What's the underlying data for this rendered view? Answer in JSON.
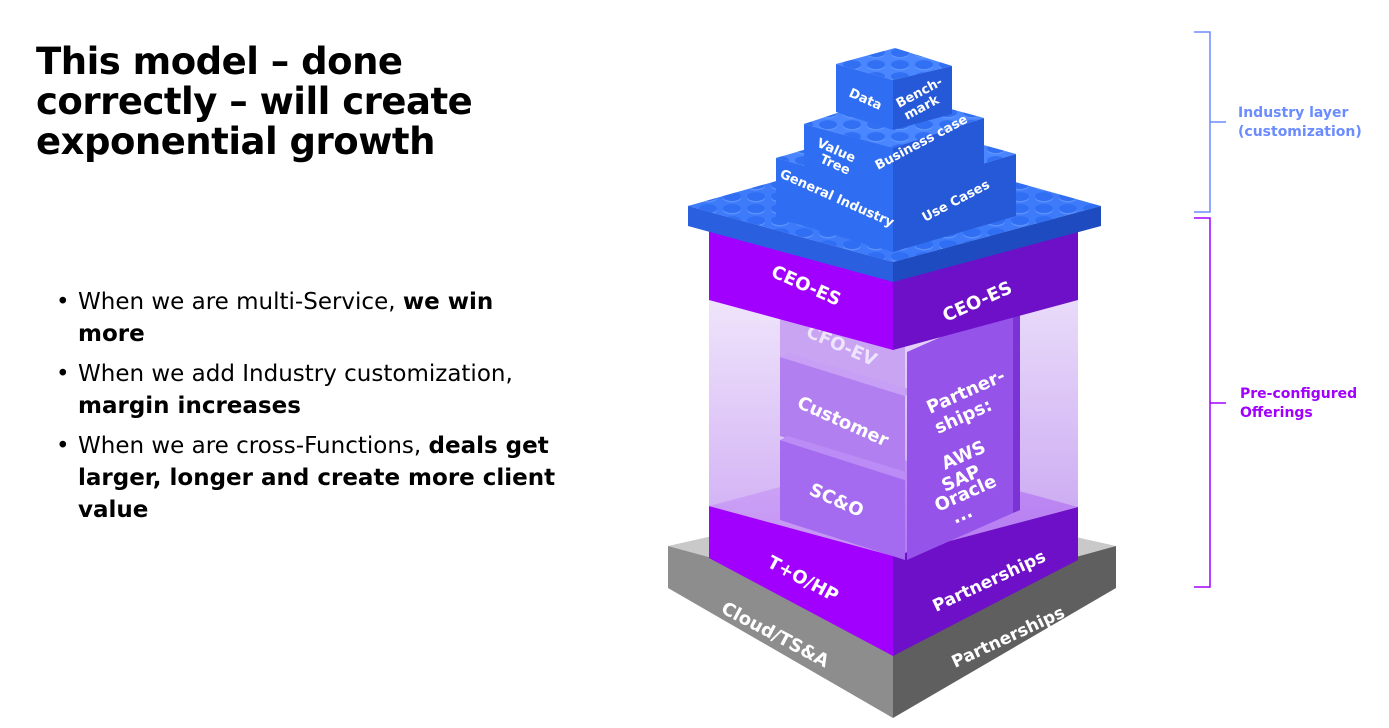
{
  "slide": {
    "title_line1": "This model – done",
    "title_line2": "correctly – will create",
    "title_line3": "exponential growth"
  },
  "bullets": [
    {
      "text": "When we are multi-Service, ",
      "bold": "we win more"
    },
    {
      "text": "When we add Industry customization, ",
      "bold": "margin increases"
    },
    {
      "text": "When we are cross-Functions, ",
      "bold": "deals get larger, longer and create more client value"
    }
  ],
  "bullet_marker": "•",
  "diagram": {
    "blocks": {
      "data": "Data",
      "benchmark_line1": "Bench-",
      "benchmark_line2": "mark",
      "value_tree_line1": "Value",
      "value_tree_line2": "Tree",
      "business_case": "Business case",
      "general_industry": "General Industry",
      "use_cases": "Use Cases"
    },
    "ceo_es_left": "CEO-ES",
    "ceo_es_right": "CEO-ES",
    "cfo_ev": "CFO-EV",
    "customer": "Customer",
    "sco": "SC&O",
    "partnerships_panel": {
      "line1": "Partner-",
      "line2": "ships:",
      "line3": "AWS",
      "line4": "SAP",
      "line5": "Oracle",
      "line6": "..."
    },
    "t_o_hp": "T+O/HP",
    "partnerships_purple": "Partnerships",
    "cloud_tsa": "Cloud/TS&A",
    "partnerships_gray": "Partnerships"
  },
  "side_labels": {
    "industry_line1": "Industry layer",
    "industry_line2": "(customization)",
    "preconfig_line1": "Pre-configured",
    "preconfig_line2": "Offerings"
  },
  "colors": {
    "lego_blue": "#3d7bfa",
    "lego_blue_dark": "#2d5fe0",
    "purple": "#a100ff",
    "purple_dark": "#6a12c6",
    "gray": "#8a8a8a",
    "side_blue": "#6b8cff",
    "side_purple": "#a100ff"
  }
}
